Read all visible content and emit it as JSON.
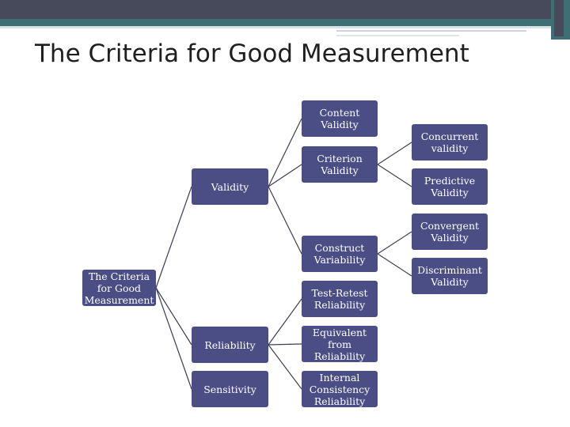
{
  "slide": {
    "title": "The Criteria for Good Measurement",
    "colors": {
      "header_dark": "#474a5a",
      "header_teal": "#3d6f74",
      "node_fill": "#4a4e84",
      "connector": "#3a3d55"
    }
  },
  "diagram": {
    "root": {
      "label": "The Criteria\nfor Good\nMeasurement"
    },
    "level1": {
      "validity": "Validity",
      "reliability": "Reliability",
      "sensitivity": "Sensitivity"
    },
    "level2": {
      "content_validity": "Content\nValidity",
      "criterion_validity": "Criterion\nValidity",
      "construct_variability": "Construct\nVariability",
      "test_retest_reliability": "Test-Retest\nReliability",
      "equivalent_form_reliability": "Equivalent\nfrom\nReliability",
      "internal_consistency_reliability": "Internal\nConsistency\nReliability"
    },
    "level3": {
      "concurrent_validity": "Concurrent\nvalidity",
      "predictive_validity": "Predictive\nValidity",
      "convergent_validity": "Convergent\nValidity",
      "discriminant_validity": "Discriminant\nValidity"
    }
  }
}
